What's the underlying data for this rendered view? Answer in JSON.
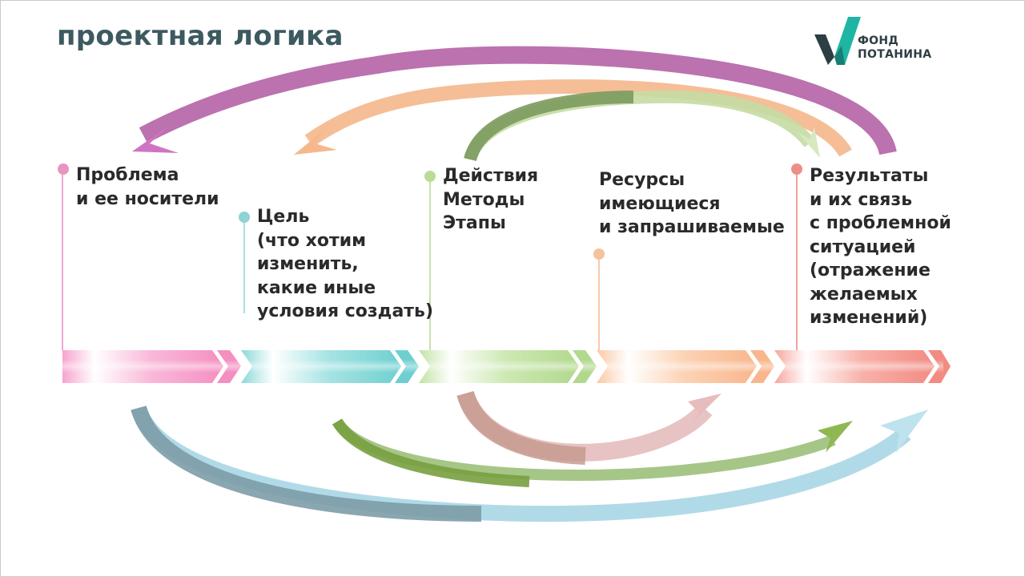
{
  "slide": {
    "title": "проектная логика",
    "logo": {
      "line1": "ФОНД",
      "line2": "ПОТАНИНА"
    },
    "stages": [
      {
        "id": "problem",
        "text": "Проблема\nи ее носители",
        "color": "#e994bf"
      },
      {
        "id": "goal",
        "text": "Цель\n(что хотим\nизменить,\nкакие иные\nусловия создать)",
        "color": "#8fd3d3"
      },
      {
        "id": "actions",
        "text": "Действия\nМетоды\nЭтапы",
        "color": "#b9db96"
      },
      {
        "id": "resources",
        "text": "Ресурсы\nимеющиеся\nи запрашиваемые",
        "color": "#f5c29e"
      },
      {
        "id": "results",
        "text": "Результаты\nи их связь\nс проблемной\nситуацией\n(отражение\nжелаемых\nизменений)",
        "color": "#ec8f86"
      }
    ],
    "colors": {
      "title": "#3c5a60",
      "logo_dark": "#2d3e44",
      "logo_teal": "#1fb5a4",
      "arrow_purple": "#b463a6",
      "arrow_orange": "#f3b385",
      "arrow_green": "#7c9a5e",
      "arrow_rose": "#c99a9a",
      "arrow_olive": "#78a040",
      "arrow_slate": "#7d9ca7",
      "arrow_skyblue": "#a9d6e5",
      "arrow_tan": "#c59b7b"
    }
  }
}
